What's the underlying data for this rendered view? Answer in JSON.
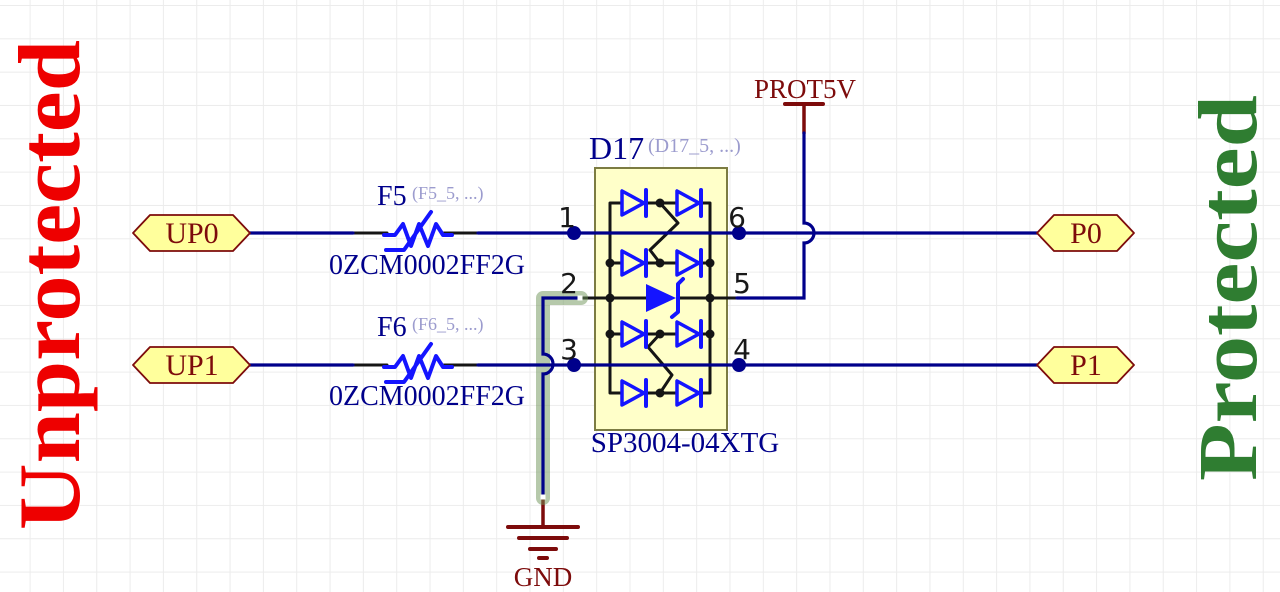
{
  "annotations": {
    "unprotected": "Unprotected",
    "protected": "Protected"
  },
  "ports": {
    "up0": "UP0",
    "up1": "UP1",
    "p0": "P0",
    "p1": "P1"
  },
  "power": {
    "prot5v": "PROT5V",
    "gnd": "GND"
  },
  "components": {
    "f5": {
      "designator": "F5",
      "variant": "(F5_5, ...)",
      "part_number": "0ZCM0002FF2G"
    },
    "f6": {
      "designator": "F6",
      "variant": "(F6_5, ...)",
      "part_number": "0ZCM0002FF2G"
    },
    "d17": {
      "designator": "D17",
      "variant": "(D17_5, ...)",
      "part_number": "SP3004-04XTG",
      "pin_numbers": {
        "p1": "1",
        "p2": "2",
        "p3": "3",
        "p4": "4",
        "p5": "5",
        "p6": "6"
      }
    }
  },
  "colors": {
    "wire_blue": "#00008b",
    "symbol_blue": "#1414ff",
    "port_maroon": "#7d0b0b",
    "port_fill": "#ffff9c",
    "component_fill": "#ffffc9",
    "component_border": "#7c7c42",
    "unprotected_red": "#ee0000",
    "protected_green": "#2f7d31",
    "variant_lavender": "#9c9cce",
    "net_highlight_green": "#6d9457"
  }
}
